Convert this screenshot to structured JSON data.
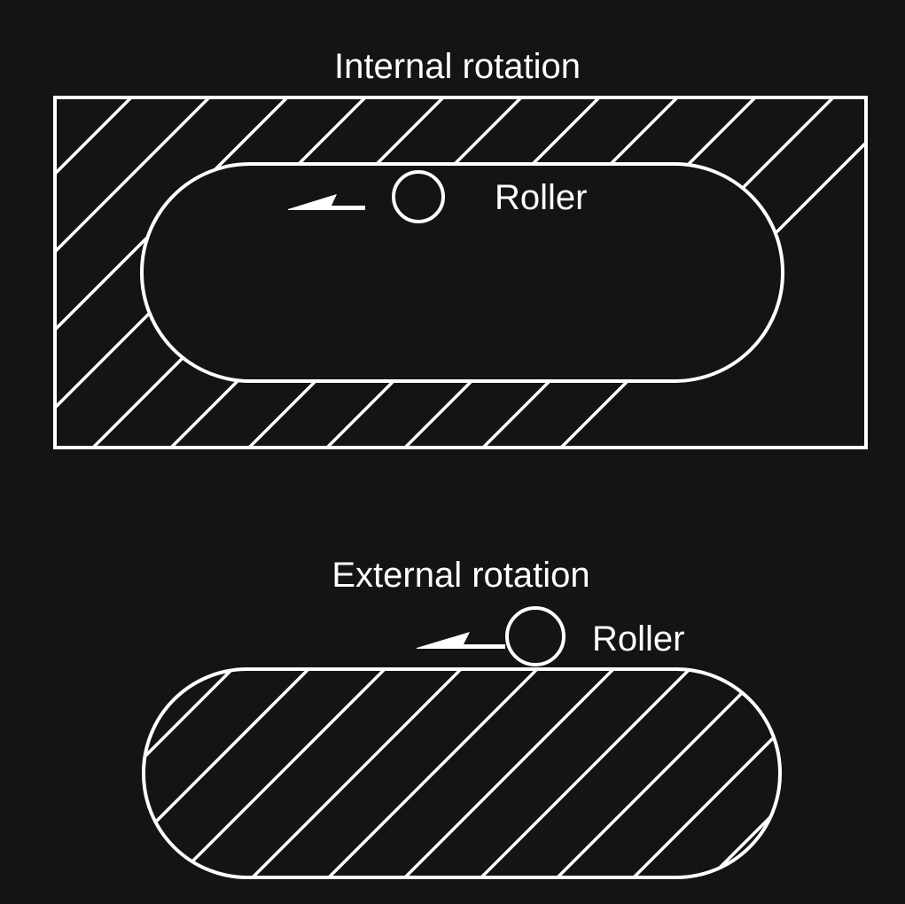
{
  "colors": {
    "background": "#141414",
    "stroke": "#ffffff"
  },
  "internal": {
    "title": "Internal rotation",
    "roller_label": "Roller"
  },
  "external": {
    "title": "External rotation",
    "roller_label": "Roller"
  }
}
